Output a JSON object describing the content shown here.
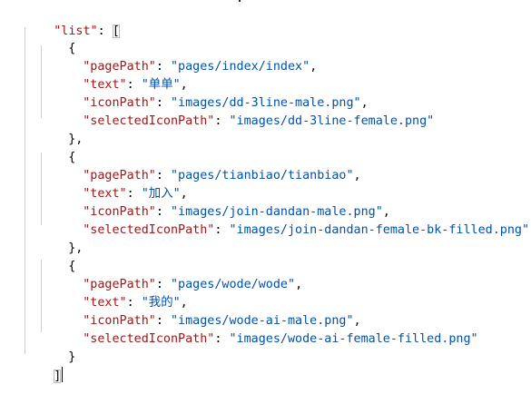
{
  "code": {
    "list_key": "\"list\"",
    "open_bracket": "[",
    "close_bracket": "]",
    "open_brace": "{",
    "close_brace_comma": "},",
    "close_brace": "}",
    "keys": {
      "pagePath": "\"pagePath\"",
      "text": "\"text\"",
      "iconPath": "\"iconPath\"",
      "selectedIconPath": "\"selectedIconPath\""
    },
    "items": [
      {
        "pagePath": "\"pages/index/index\"",
        "text": "\"单单\"",
        "iconPath": "\"images/dd-3line-male.png\"",
        "selectedIconPath": "\"images/dd-3line-female.png\""
      },
      {
        "pagePath": "\"pages/tianbiao/tianbiao\"",
        "text": "\"加入\"",
        "iconPath": "\"images/join-dandan-male.png\"",
        "selectedIconPath": "\"images/join-dandan-female-bk-filled.png\""
      },
      {
        "pagePath": "\"pages/wode/wode\"",
        "text": "\"我的\"",
        "iconPath": "\"images/wode-ai-male.png\"",
        "selectedIconPath": "\"images/wode-ai-female-filled.png\""
      }
    ]
  },
  "colors": {
    "key": "#a31515",
    "string": "#0451a5",
    "punctuation": "#000000",
    "guide": "#cfcfcf",
    "background": "#ffffff"
  }
}
